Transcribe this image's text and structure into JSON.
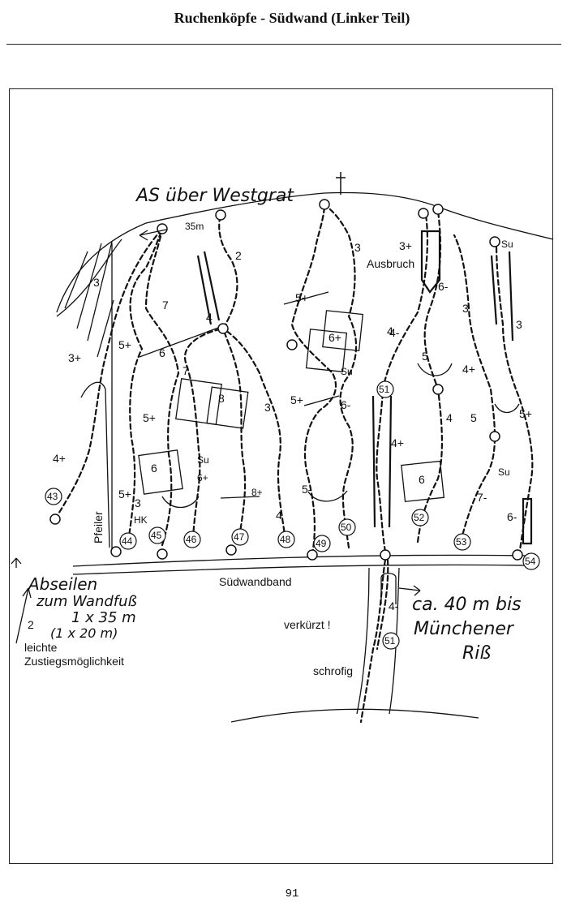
{
  "header": {
    "title": "Ruchenköpfe - Südwand (Linker Teil)"
  },
  "footer": {
    "page_number": "91"
  },
  "topo": {
    "handwritten": {
      "descent_top": "AS über Westgrat",
      "abseil_line1": "Abseilen",
      "abseil_line2": "zum Wandfuß",
      "abseil_line3": "1 x 35 m",
      "abseil_line4": "(1 x 20 m)",
      "munich_line1": "ca. 40 m bis",
      "munich_line2": "Münchener",
      "munich_line3": "Riß"
    },
    "labels": {
      "ausbruch": "Ausbruch",
      "suedwandband": "Südwandband",
      "verkuerzt": "verkürzt !",
      "schrofig": "schrofig",
      "pfeiler": "Pfeiler",
      "leichte": "leichte",
      "zustieg": "Zustiegsmöglichkeit",
      "distance_35m": "35m",
      "hk": "HK",
      "num_2_side": "2"
    },
    "grades": [
      "3",
      "3+",
      "4+",
      "5+",
      "5+",
      "7",
      "4",
      "6",
      "7",
      "8",
      "5+",
      "6",
      "6+",
      "Su",
      "8+",
      "2",
      "3",
      "4",
      "3",
      "5+",
      "6+",
      "Su",
      "5+",
      "6-",
      "5-",
      "4",
      "3+",
      "6-",
      "4-",
      "5",
      "4+",
      "6",
      "3",
      "4+",
      "5",
      "4",
      "5+",
      "Su",
      "7-",
      "6-",
      "Su",
      "3",
      "3",
      "Su",
      "4-"
    ],
    "route_numbers": [
      "43",
      "44",
      "45",
      "46",
      "47",
      "48",
      "49",
      "50",
      "51",
      "52",
      "53",
      "54",
      "51"
    ]
  }
}
